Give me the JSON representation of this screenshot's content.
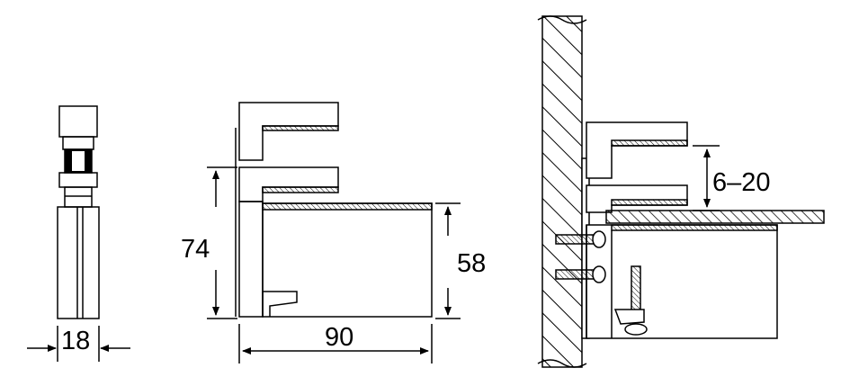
{
  "dimensions": {
    "side_width": "18",
    "bracket_height": "74",
    "bracket_depth": "90",
    "shelf_height": "58",
    "clamp_range": "6–20"
  }
}
